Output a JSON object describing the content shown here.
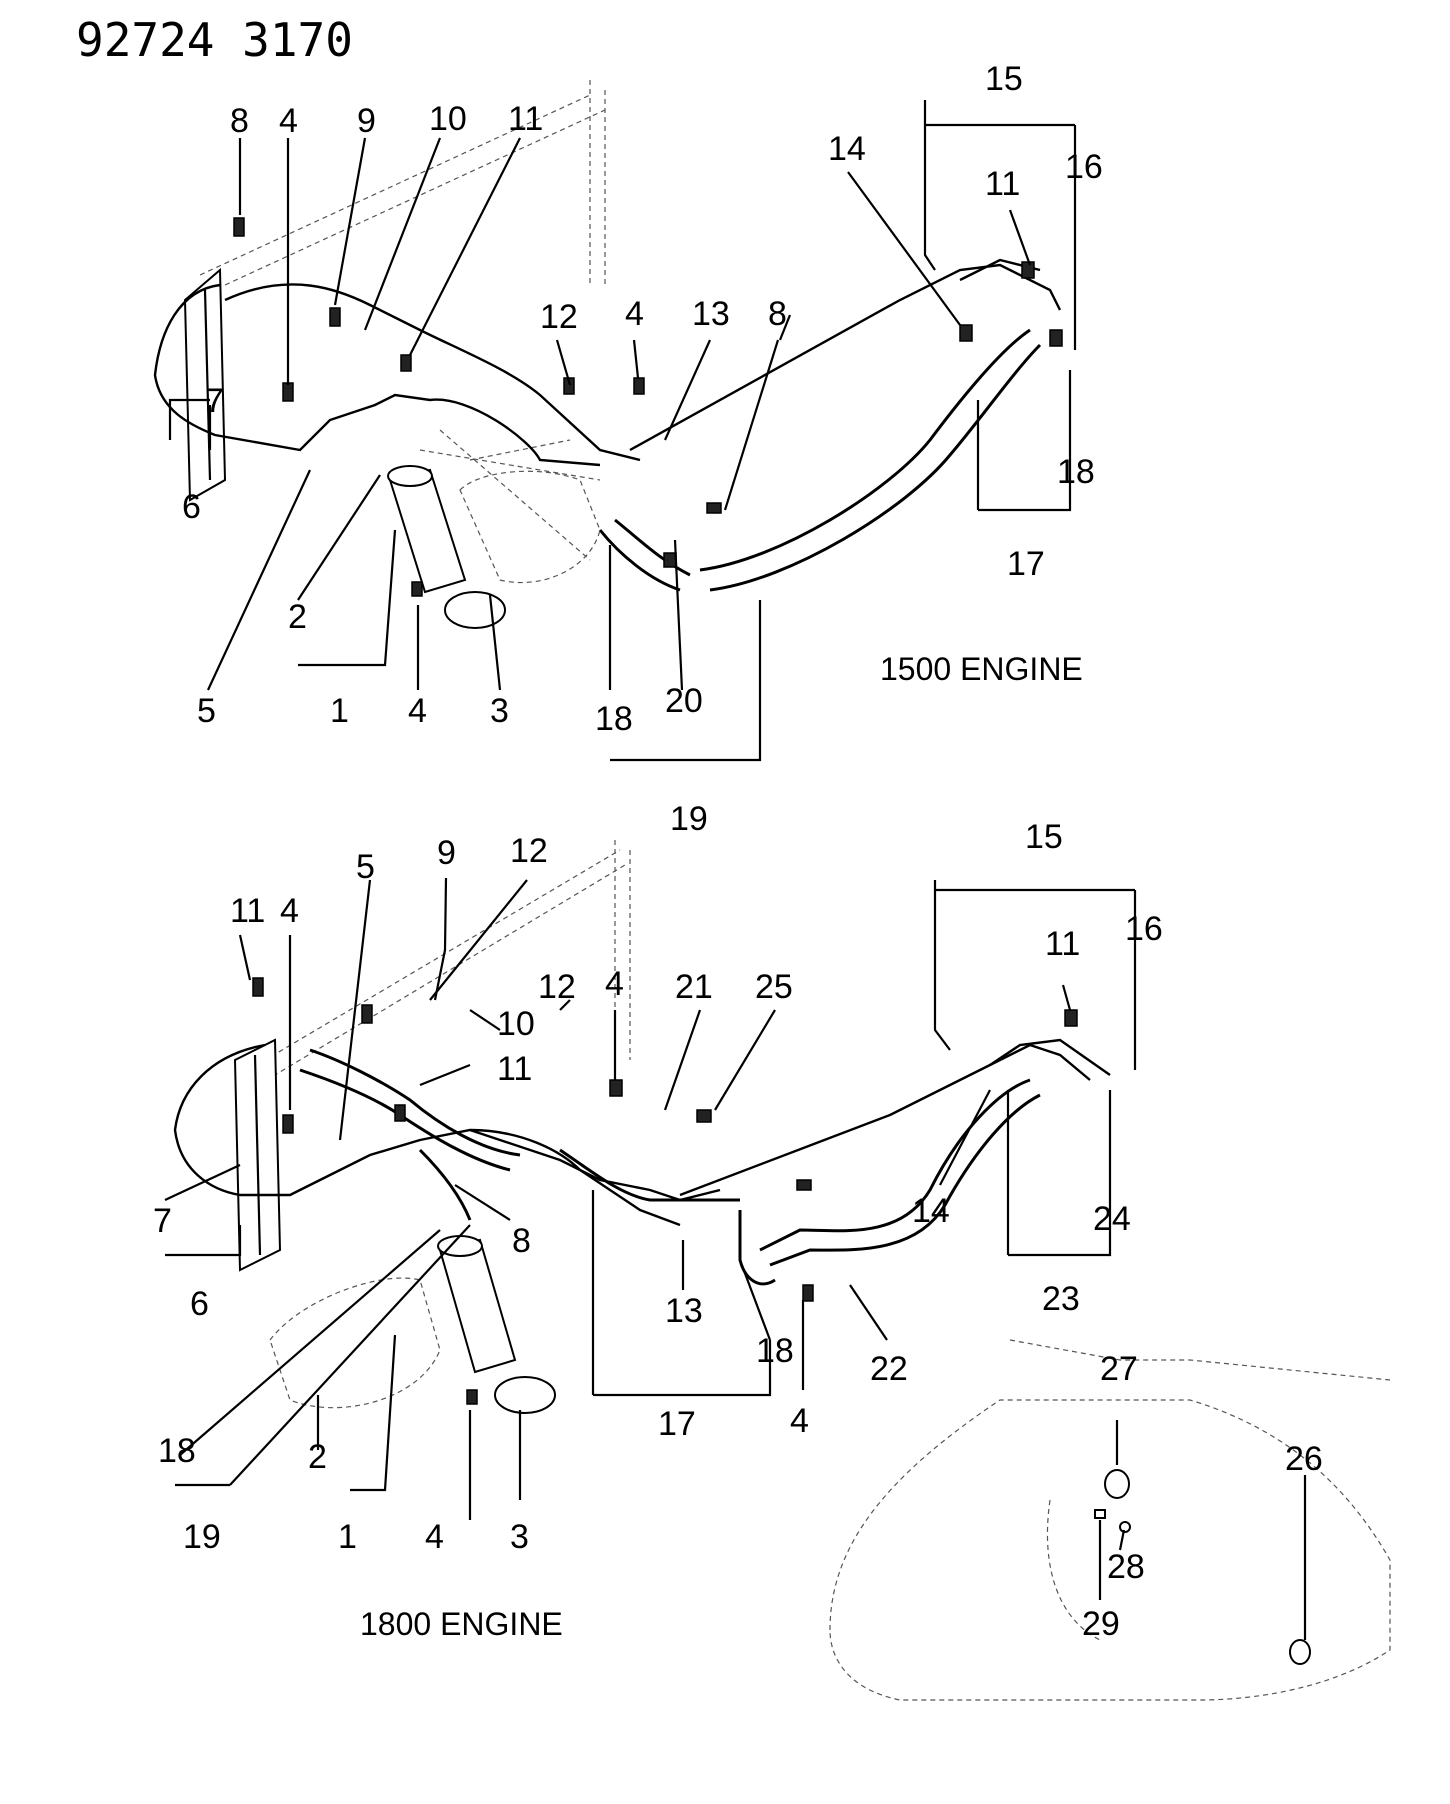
{
  "header": {
    "title": "92724  3170"
  },
  "top_section": {
    "engine_label": "1500  ENGINE",
    "callouts": [
      "8",
      "4",
      "9",
      "10",
      "11",
      "15",
      "14",
      "11",
      "16",
      "12",
      "4",
      "13",
      "8",
      "7",
      "6",
      "18",
      "17",
      "2",
      "5",
      "1",
      "4",
      "3",
      "18",
      "20",
      "19"
    ]
  },
  "bottom_section": {
    "engine_label": "1800  ENGINE",
    "callouts": [
      "15",
      "9",
      "12",
      "5",
      "11",
      "4",
      "16",
      "12",
      "4",
      "21",
      "25",
      "11",
      "10",
      "11",
      "7",
      "8",
      "14",
      "24",
      "6",
      "13",
      "18",
      "23",
      "22",
      "18",
      "17",
      "4",
      "27",
      "26",
      "2",
      "19",
      "1",
      "4",
      "3",
      "28",
      "29"
    ]
  }
}
